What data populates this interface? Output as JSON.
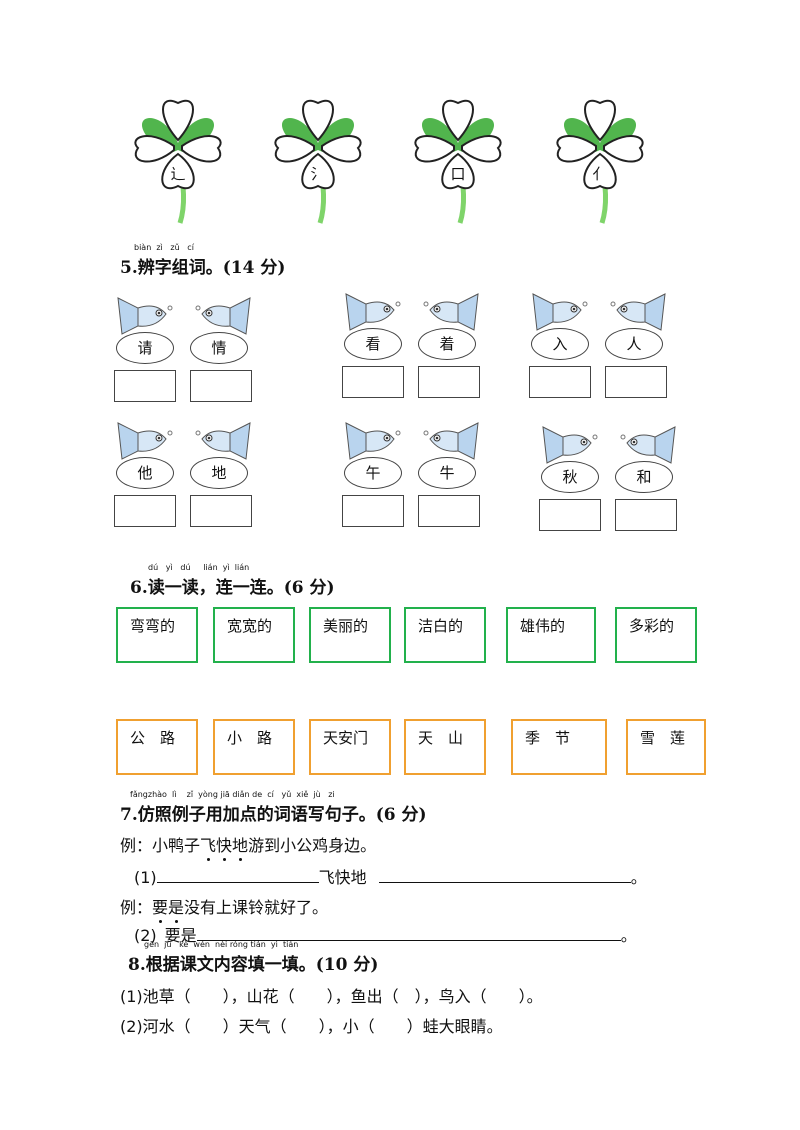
{
  "clovers": [
    {
      "radical": "辶"
    },
    {
      "radical": "氵"
    },
    {
      "radical": "口"
    },
    {
      "radical": "亻"
    }
  ],
  "section5": {
    "pinyin": "biàn  zì   zǔ   cí",
    "title": "5.辨字组词。(14 分)",
    "pairs": [
      [
        "请",
        "情"
      ],
      [
        "看",
        "着"
      ],
      [
        "入",
        "人"
      ],
      [
        "他",
        "地"
      ],
      [
        "午",
        "牛"
      ],
      [
        "秋",
        "和"
      ]
    ]
  },
  "section6": {
    "pinyin": "dú   yì   dú     lián  yì  lián",
    "title": "6.读一读，连一连。(6 分)",
    "top_words": [
      "弯弯的",
      "宽宽的",
      "美丽的",
      "洁白的",
      "雄伟的",
      "多彩的"
    ],
    "bottom_words": [
      "公　路",
      "小　路",
      "天安门",
      "天　山",
      "季　节",
      "雪　莲"
    ]
  },
  "section7": {
    "pinyin": "fǎngzhào  lì    zǐ  yòng jiā diǎn de  cí   yǔ  xiě  jù   zi",
    "title": "7.仿照例子用加点的词语写句子。(6 分)",
    "example1_prefix": "例：小鸭子",
    "example1_dotted": [
      "飞",
      "快",
      "地"
    ],
    "example1_suffix": "游到小公鸡身边。",
    "q1_label": "(1)",
    "q1_middle": "飞快地",
    "q1_end": "。",
    "example2_prefix": "例：",
    "example2_dotted": [
      "要",
      "是"
    ],
    "example2_suffix": "没有上课铃就好了。",
    "q2_label": "(2)",
    "q2_middle": "要是",
    "q2_end": "。"
  },
  "section8": {
    "pinyin": "gēn  jù   kè  wén  nèi róng tián  yì  tián",
    "title": "8.根据课文内容填一填。(10 分)",
    "line1": "(1)池草（　　），山花（　　），鱼出（　），鸟入（　　）。",
    "line2": "(2)河水（　　）天气（　　），小（　　）蛙大眼睛。"
  },
  "colors": {
    "clover_dark": "#3fae3a",
    "clover_light": "#7fd46a",
    "fish_blue": "#b9d4ee",
    "green_box": "#22b14c",
    "orange_box": "#f0a030"
  }
}
